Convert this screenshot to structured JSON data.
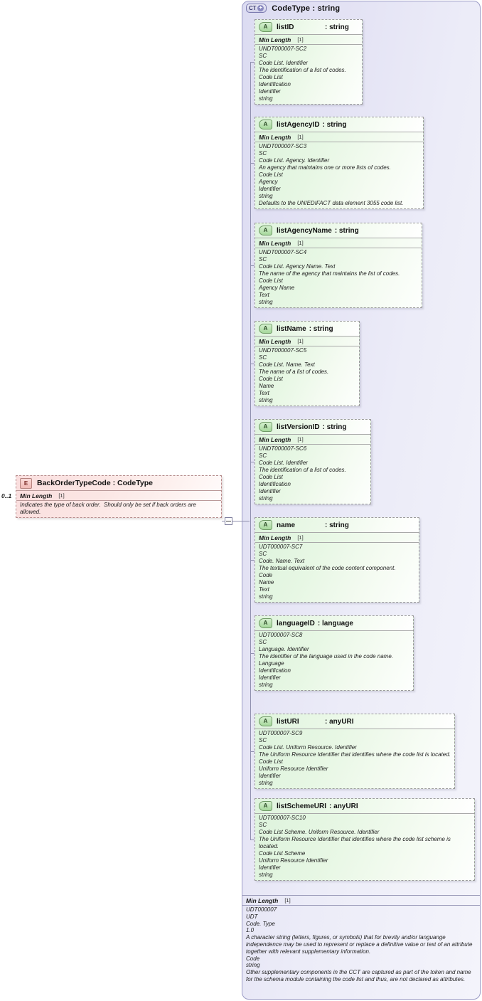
{
  "diagram": {
    "kind": "xsd-schema-diagram",
    "colors": {
      "complex_type_fill": "#e6e6f5",
      "complex_type_border": "#9c9cc6",
      "attribute_fill": "#e7f7e4",
      "attribute_border": "#9a9a9a",
      "element_fill": "#fbe6e4",
      "element_border": "#b58c8c",
      "connector": "#8f8fae"
    }
  },
  "element": {
    "badge": "E",
    "badge_icon_name": "element-icon",
    "name": "BackOrderTypeCode : CodeType",
    "occurrence": "0..1",
    "facet_label": "Min Length",
    "facet_value": "[1]",
    "documentation": "Indicates the type of back order.  Should only be set if back orders are allowed.",
    "collapse_toggle": "−"
  },
  "complex_type": {
    "badge_text": "CT",
    "badge_plus": "+",
    "badge_icon_name": "complextype-expand-icon",
    "title": "CodeType : string",
    "base_facet_label": "Min Length",
    "base_facet_value": "[1]",
    "base_documentation": [
      "UDT000007",
      "UDT",
      "Code. Type",
      "1.0",
      "A character string (letters, figures, or symbols) that for brevity and/or languange independence may be used to represent or replace a definitive value or text of an attribute together with relevant supplementary information.",
      "Code",
      "string",
      "Other supplementary components in the CCT are captured as part of the token and name for the schema module containing the code list and thus, are not declared as attributes."
    ]
  },
  "attributes": [
    {
      "badge": "A",
      "name": "listID",
      "type": ": string",
      "pad_name": true,
      "facet_label": "Min Length",
      "facet_value": "[1]",
      "documentation": [
        "UNDT000007-SC2",
        "SC",
        "Code List. Identifier",
        "The identification of a list of codes.",
        "Code List",
        "Identification",
        "Identifier",
        "string"
      ]
    },
    {
      "badge": "A",
      "name": "listAgencyID",
      "type": ": string",
      "pad_name": false,
      "facet_label": "Min Length",
      "facet_value": "[1]",
      "documentation": [
        "UNDT000007-SC3",
        "SC",
        "Code List. Agency. Identifier",
        "An agency that maintains one or more lists of codes.",
        "Code List",
        "Agency",
        "Identifier",
        "string",
        "Defaults to the UN/EDIFACT data element 3055 code list."
      ]
    },
    {
      "badge": "A",
      "name": "listAgencyName",
      "type": ": string",
      "pad_name": false,
      "facet_label": "Min Length",
      "facet_value": "[1]",
      "documentation": [
        "UNDT000007-SC4",
        "SC",
        "Code List. Agency Name. Text",
        "The name of the agency that maintains the list of codes.",
        "Code List",
        "Agency Name",
        "Text",
        "string"
      ]
    },
    {
      "badge": "A",
      "name": "listName",
      "type": ": string",
      "pad_name": false,
      "facet_label": "Min Length",
      "facet_value": "[1]",
      "documentation": [
        "UNDT000007-SC5",
        "SC",
        "Code List. Name. Text",
        "The name of a list of codes.",
        "Code List",
        "Name",
        "Text",
        "string"
      ]
    },
    {
      "badge": "A",
      "name": "listVersionID",
      "type": ": string",
      "pad_name": false,
      "facet_label": "Min Length",
      "facet_value": "[1]",
      "documentation": [
        "UNDT000007-SC6",
        "SC",
        "Code List. Identifier",
        "The identification of a list of codes.",
        "Code List",
        "Identification",
        "Identifier",
        "string"
      ]
    },
    {
      "badge": "A",
      "name": "name",
      "type": ": string",
      "pad_name": true,
      "facet_label": "Min Length",
      "facet_value": "[1]",
      "documentation": [
        "UDT000007-SC7",
        "SC",
        "Code. Name. Text",
        "The textual equivalent of the code content component.",
        "Code",
        "Name",
        "Text",
        "string"
      ]
    },
    {
      "badge": "A",
      "name": "languageID",
      "type": ": language",
      "pad_name": false,
      "facet_label": "",
      "facet_value": "",
      "documentation": [
        "UDT000007-SC8",
        "SC",
        "Language. Identifier",
        "The identifier of the language used in the code name.",
        "Language",
        "Identification",
        "Identifier",
        "string"
      ]
    },
    {
      "badge": "A",
      "name": "listURI",
      "type": ": anyURI",
      "pad_name": true,
      "facet_label": "",
      "facet_value": "",
      "documentation": [
        "UDT000007-SC9",
        "SC",
        "Code List. Uniform Resource. Identifier",
        "The Uniform Resource Identifier that identifies where the code list is located.",
        "Code List",
        "Uniform Resource Identifier",
        "Identifier",
        "string"
      ]
    },
    {
      "badge": "A",
      "name": "listSchemeURI",
      "type": ": anyURI",
      "pad_name": false,
      "facet_label": "",
      "facet_value": "",
      "documentation": [
        "UDT000007-SC10",
        "SC",
        "Code List Scheme. Uniform Resource. Identifier",
        "The Uniform Resource Identifier that identifies where the code list scheme is located.",
        "Code List Scheme",
        "Uniform Resource Identifier",
        "Identifier",
        "string"
      ]
    }
  ]
}
